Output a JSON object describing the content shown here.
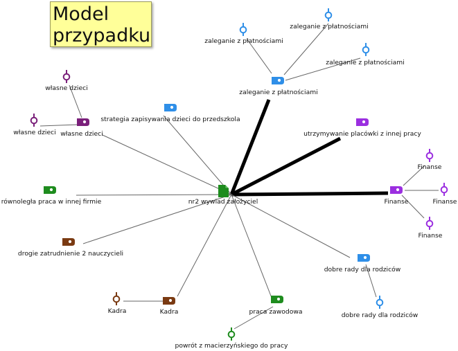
{
  "title": {
    "line1": "Model",
    "line2": "przypadku"
  },
  "colors": {
    "document": "#1e8c1e",
    "blue": "#2f8fe8",
    "purple": "#9b2fe0",
    "darkpurple": "#7a1f7a",
    "green": "#1e8c1e",
    "brown": "#7a3a12",
    "line": "#666666",
    "thick": "#000000"
  },
  "center": {
    "label": "nr2 wywiad założyciel",
    "icon": "document-icon"
  },
  "codes": [
    {
      "id": "zaleganie",
      "label": "zaleganie z płatnościami",
      "color": "blue",
      "icon": "code-tag-icon"
    },
    {
      "id": "strategia",
      "label": "strategia zapisywania dzieci do przedszkola",
      "color": "blue",
      "icon": "code-tag-icon"
    },
    {
      "id": "utrzymywanie",
      "label": "utrzymywanie placówki z innej pracy",
      "color": "purple",
      "icon": "code-tag-icon"
    },
    {
      "id": "finanse",
      "label": "Finanse",
      "color": "purple",
      "icon": "code-tag-icon"
    },
    {
      "id": "dobre",
      "label": "dobre rady dla rodziców",
      "color": "blue",
      "icon": "code-tag-icon"
    },
    {
      "id": "praca",
      "label": "praca zawodowa",
      "color": "green",
      "icon": "code-tag-icon"
    },
    {
      "id": "kadra",
      "label": "Kadra",
      "color": "brown",
      "icon": "code-tag-icon"
    },
    {
      "id": "drogie",
      "label": "drogie zatrudnienie 2 nauczycieli",
      "color": "brown",
      "icon": "code-tag-icon"
    },
    {
      "id": "rownolegla",
      "label": "równoległa praca w innej firmie",
      "color": "green",
      "icon": "code-tag-icon"
    },
    {
      "id": "wlasne",
      "label": "własne dzieci",
      "color": "darkpurple",
      "icon": "code-tag-icon"
    }
  ],
  "memos": [
    {
      "id": "z1",
      "label": "zaleganie z płatnościami",
      "color": "blue",
      "parent": "zaleganie",
      "icon": "memo-pin-icon"
    },
    {
      "id": "z2",
      "label": "zaleganie z płatnościami",
      "color": "blue",
      "parent": "zaleganie",
      "icon": "memo-pin-icon"
    },
    {
      "id": "z3",
      "label": "zaleganie z płatnościami",
      "color": "blue",
      "parent": "zaleganie",
      "icon": "memo-pin-icon"
    },
    {
      "id": "f1",
      "label": "Finanse",
      "color": "purple",
      "parent": "finanse",
      "icon": "memo-pin-icon"
    },
    {
      "id": "f2",
      "label": "Finanse",
      "color": "purple",
      "parent": "finanse",
      "icon": "memo-pin-icon"
    },
    {
      "id": "f3",
      "label": "Finanse",
      "color": "purple",
      "parent": "finanse",
      "icon": "memo-pin-icon"
    },
    {
      "id": "d1",
      "label": "dobre rady dla rodziców",
      "color": "blue",
      "parent": "dobre",
      "icon": "memo-pin-icon"
    },
    {
      "id": "p1",
      "label": "powrót z macierzyńskiego do pracy",
      "color": "green",
      "parent": "praca",
      "icon": "memo-pin-icon"
    },
    {
      "id": "k1",
      "label": "Kadra",
      "color": "brown",
      "parent": "kadra",
      "icon": "memo-pin-icon"
    },
    {
      "id": "w1",
      "label": "własne dzieci",
      "color": "darkpurple",
      "parent": "wlasne",
      "icon": "memo-pin-icon"
    },
    {
      "id": "w2",
      "label": "własne dzieci",
      "color": "darkpurple",
      "parent": "wlasne",
      "icon": "memo-pin-icon"
    }
  ],
  "links": [
    {
      "from": "center",
      "to": "zaleganie",
      "strength": "strong"
    },
    {
      "from": "center",
      "to": "utrzymywanie",
      "strength": "strong"
    },
    {
      "from": "center",
      "to": "finanse",
      "strength": "strong"
    },
    {
      "from": "center",
      "to": "strategia",
      "strength": "normal"
    },
    {
      "from": "center",
      "to": "wlasne",
      "strength": "normal"
    },
    {
      "from": "center",
      "to": "rownolegla",
      "strength": "normal"
    },
    {
      "from": "center",
      "to": "drogie",
      "strength": "normal"
    },
    {
      "from": "center",
      "to": "kadra",
      "strength": "normal"
    },
    {
      "from": "center",
      "to": "praca",
      "strength": "normal"
    },
    {
      "from": "center",
      "to": "dobre",
      "strength": "normal"
    }
  ]
}
